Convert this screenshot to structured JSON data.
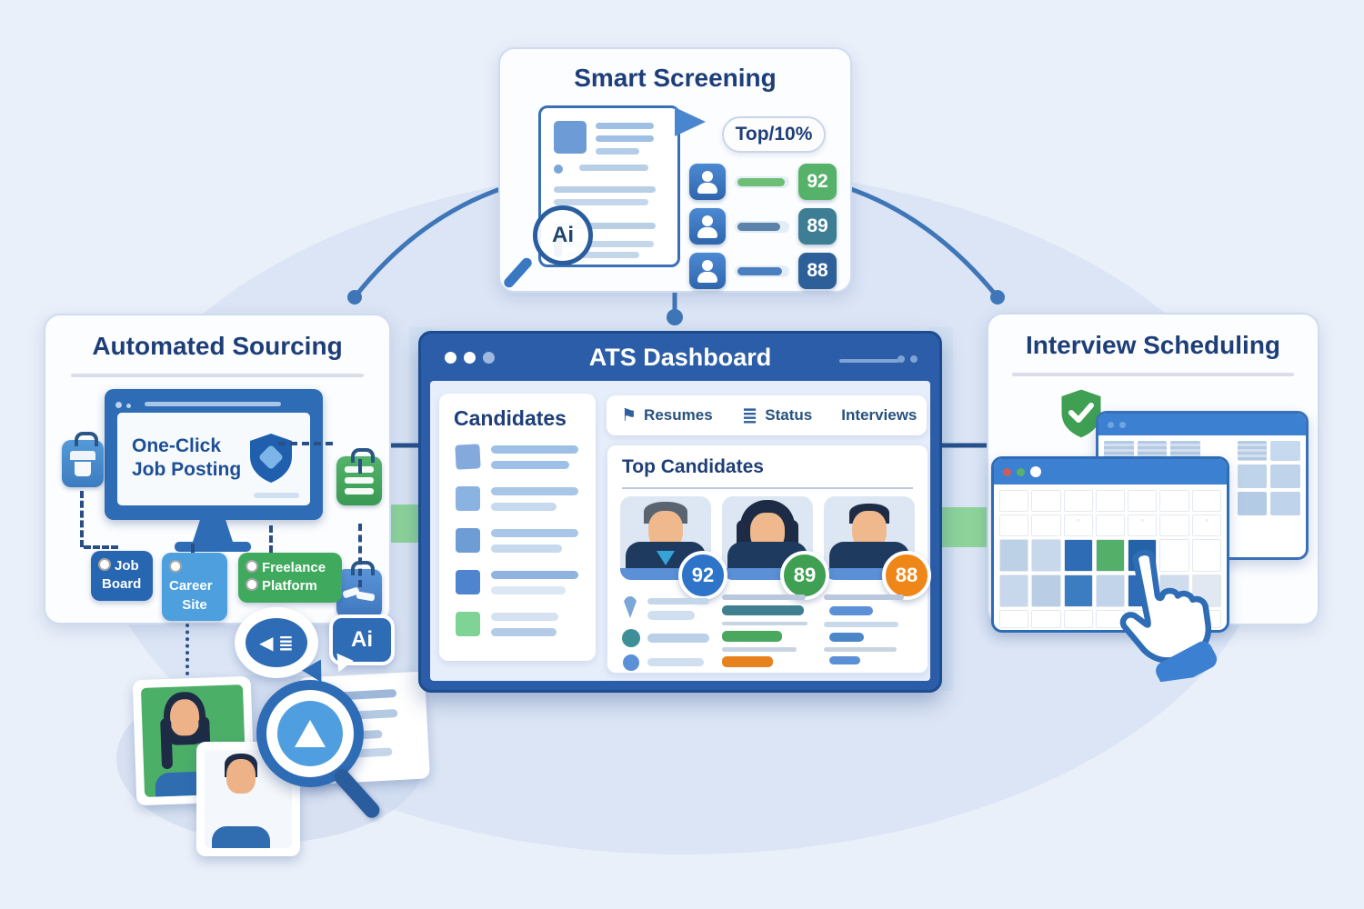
{
  "background": {
    "page_color": "#eaf0fa",
    "ellipse_color": "#dbe5f5"
  },
  "smart_screening": {
    "title": "Smart Screening",
    "badge": "Top/10%",
    "ai_label": "Ai",
    "scores": [
      {
        "value": "92",
        "badge_color": "#56b269",
        "bar_color": "#6cbf74"
      },
      {
        "value": "89",
        "badge_color": "#3d7e95",
        "bar_color": "#5b82a8"
      },
      {
        "value": "88",
        "badge_color": "#2d5f98",
        "bar_color": "#4a7fc0"
      }
    ]
  },
  "automated_sourcing": {
    "title": "Automated Sourcing",
    "monitor": {
      "line1": "One-Click",
      "line2": "Job Posting"
    },
    "tags": [
      {
        "line1": "Job",
        "line2": "Board",
        "color": "#2766b0"
      },
      {
        "line1": "Career",
        "line2": "Site",
        "color": "#4da0dd"
      },
      {
        "line1": "Freelance",
        "line2": "Platform",
        "color": "#3faa5e"
      }
    ]
  },
  "ats_dashboard": {
    "title": "ATS Dashboard",
    "sidebar_title": "Candidates",
    "tabs": [
      {
        "label": "Resumes",
        "icon": "bookmark-flag"
      },
      {
        "label": "Status",
        "icon": "list"
      },
      {
        "label": "Interviews",
        "icon": "none"
      }
    ],
    "main_title": "Top Candidates",
    "candidates": [
      {
        "score": "92",
        "badge_color": "#2e74c9"
      },
      {
        "score": "89",
        "badge_color": "#3fa054"
      },
      {
        "score": "88",
        "badge_color": "#ef8718"
      }
    ]
  },
  "interview_scheduling": {
    "title": "Interview Scheduling",
    "calendar_highlight_colors": [
      "#2e6cb5",
      "#54b068",
      "#2563a8",
      "#3c7cc0"
    ]
  },
  "sourcing_cluster": {
    "ai_bubble": "Ai"
  },
  "connectors": {
    "line_color": "#3f76b8",
    "green_block_color": "#8ed49a"
  }
}
